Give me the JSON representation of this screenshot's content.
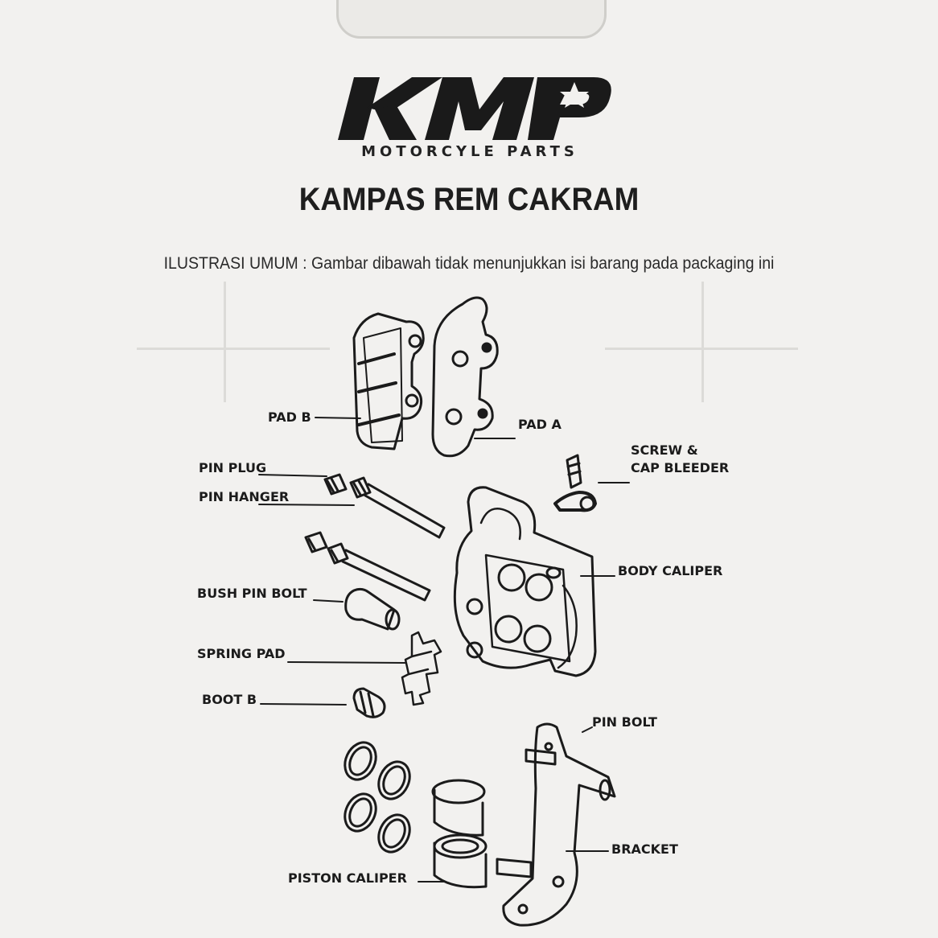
{
  "brand": {
    "logo_text": "KMP",
    "tagline": "MOTORCYLE PARTS"
  },
  "title": "KAMPAS REM CAKRAM",
  "subtitle": "ILUSTRASI UMUM : Gambar dibawah tidak menunjukkan isi barang pada packaging ini",
  "labels": {
    "pad_b": "PAD B",
    "pad_a": "PAD A",
    "screw_line1": "SCREW &",
    "screw_line2": "CAP BLEEDER",
    "pin_plug": "PIN PLUG",
    "pin_hanger": "PIN HANGER",
    "body_caliper": "BODY CALIPER",
    "bush_pin_bolt": "BUSH PIN BOLT",
    "spring_pad": "SPRING PAD",
    "boot_b": "BOOT B",
    "pin_bolt": "PIN BOLT",
    "bracket": "BRACKET",
    "piston_caliper": "PISTON CALIPER"
  },
  "colors": {
    "ink": "#1b1b1b",
    "paper": "#f2f1ef"
  }
}
